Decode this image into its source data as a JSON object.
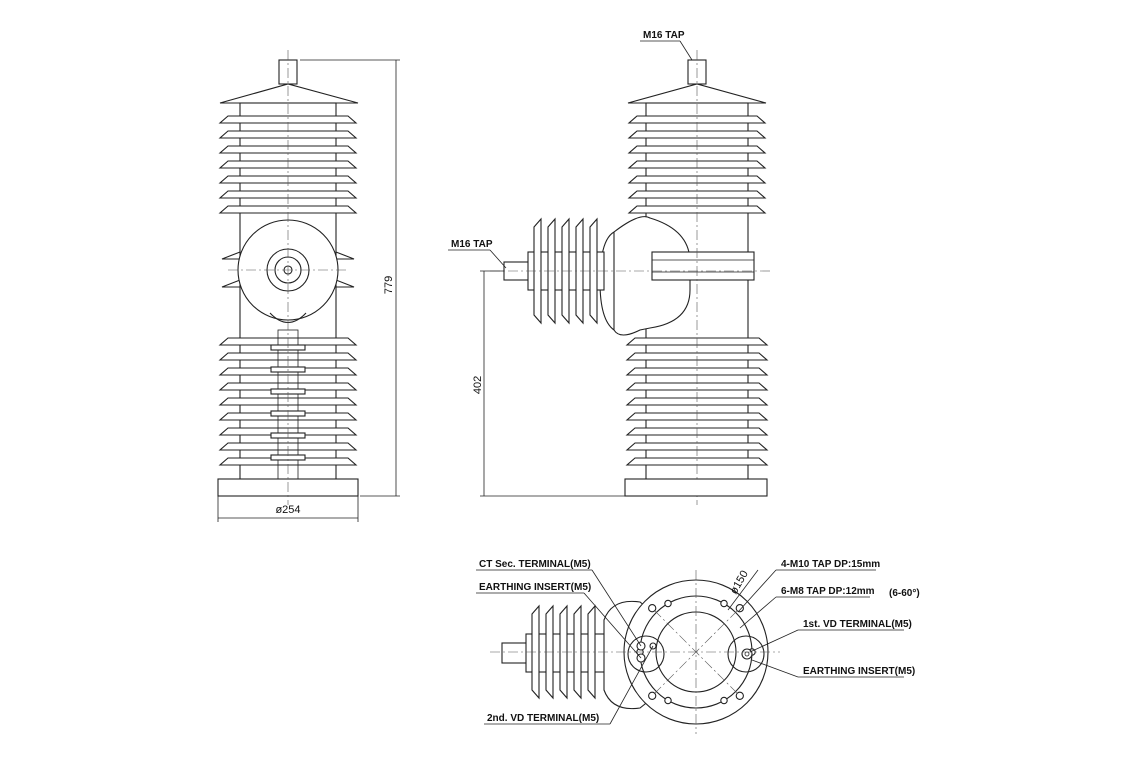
{
  "dimensions": {
    "height_total": "779",
    "diameter_base": "ø254",
    "height_side_tap": "402",
    "bolt_circle": "ø150"
  },
  "front_view": {
    "top_tap_label": "M16 TAP"
  },
  "side_view": {
    "side_tap_label": "M16 TAP"
  },
  "bottom_view": {
    "labels": {
      "ct_terminal": "CT Sec. TERMINAL(M5)",
      "earthing_insert_left": "EARTHING INSERT(M5)",
      "m10_tap": "4-M10 TAP DP:15mm",
      "m8_tap": "6-M8 TAP DP:12mm",
      "m8_angle": "(6-60°)",
      "vd_terminal_1": "1st. VD TERMINAL(M5)",
      "earthing_insert_right": "EARTHING INSERT(M5)",
      "vd_terminal_2": "2nd. VD TERMINAL(M5)"
    }
  }
}
